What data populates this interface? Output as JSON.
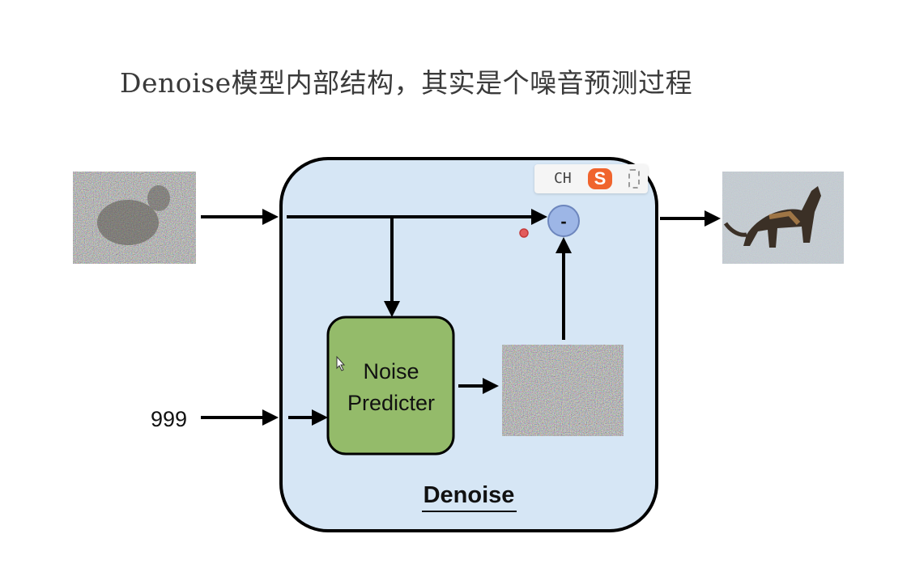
{
  "slide": {
    "title": "Denoise模型内部结构，其实是个噪音预测过程"
  },
  "diagram": {
    "timestep_label": "999",
    "noise_predicter_label_line1": "Noise",
    "noise_predicter_label_line2": "Predicter",
    "subtract_symbol": "-",
    "denoise_label": "Denoise"
  },
  "ime_toolbar": {
    "language": "CH",
    "logo_letter": "S",
    "logo_color": "#f0642d"
  },
  "colors": {
    "denoise_box_fill": "#d6e6f5",
    "predicter_fill": "#94bb6a",
    "subtract_fill": "#9db6e6"
  }
}
